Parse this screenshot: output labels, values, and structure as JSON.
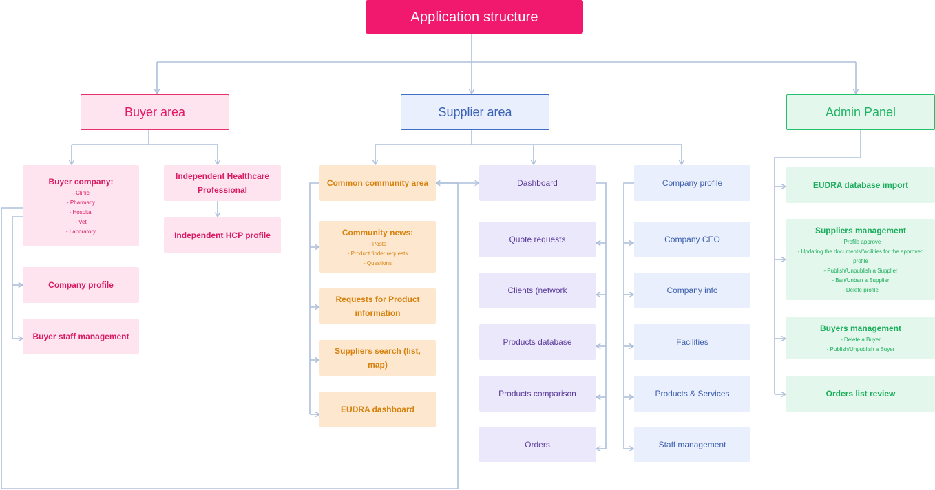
{
  "root": {
    "title": "Application structure"
  },
  "areas": {
    "buyer": {
      "title": "Buyer area"
    },
    "supplier": {
      "title": "Supplier area"
    },
    "admin": {
      "title": "Admin Panel"
    }
  },
  "buyer": {
    "company": {
      "title": "Buyer company:",
      "items": [
        "- Clinic",
        "- Pharmacy",
        "- Hospital",
        "- Vet",
        "- Laboratory"
      ]
    },
    "hcp": {
      "title": "Independent Healthcare Professional"
    },
    "hcp_profile": {
      "title": "Independent HCP profile"
    },
    "company_profile": {
      "title": "Company profile"
    },
    "staff": {
      "title": "Buyer staff management"
    }
  },
  "community": {
    "common": {
      "title": "Common community area"
    },
    "news": {
      "title": "Community news:",
      "items": [
        "- Posts",
        "- Product finder requests",
        "- Questions"
      ]
    },
    "requests": {
      "title": "Requests for Product information"
    },
    "search": {
      "title": "Suppliers search  (list, map)"
    },
    "eudra": {
      "title": "EUDRA dashboard"
    }
  },
  "supplier_left": [
    "Dashboard",
    "Quote requests",
    "Clients (network",
    "Products database",
    "Products comparison",
    "Orders"
  ],
  "supplier_right": [
    "Company profile",
    "Company CEO",
    "Company info",
    "Facilities",
    "Products & Services",
    "Staff management"
  ],
  "admin": {
    "eudra_import": {
      "title": "EUDRA database import"
    },
    "suppliers": {
      "title": "Suppliers management",
      "items": [
        "- Profile approve",
        "- Updating the documents/facilities for the approved profile",
        "- Publish/Unpublish a Supplier",
        "- Ban/Unban a Supplier",
        "- Delete profile"
      ]
    },
    "buyers": {
      "title": "Buyers management",
      "items": [
        "- Delete a Buyer",
        "- Publish/Unpublish a Buyer"
      ]
    },
    "orders": {
      "title": "Orders list review"
    }
  },
  "colors": {
    "connector": "#aebfdb",
    "root": "#f0196e",
    "buyer": "#e31a66",
    "supplier": "#3c63b3",
    "admin": "#1fb463",
    "community": "#d7820e"
  }
}
